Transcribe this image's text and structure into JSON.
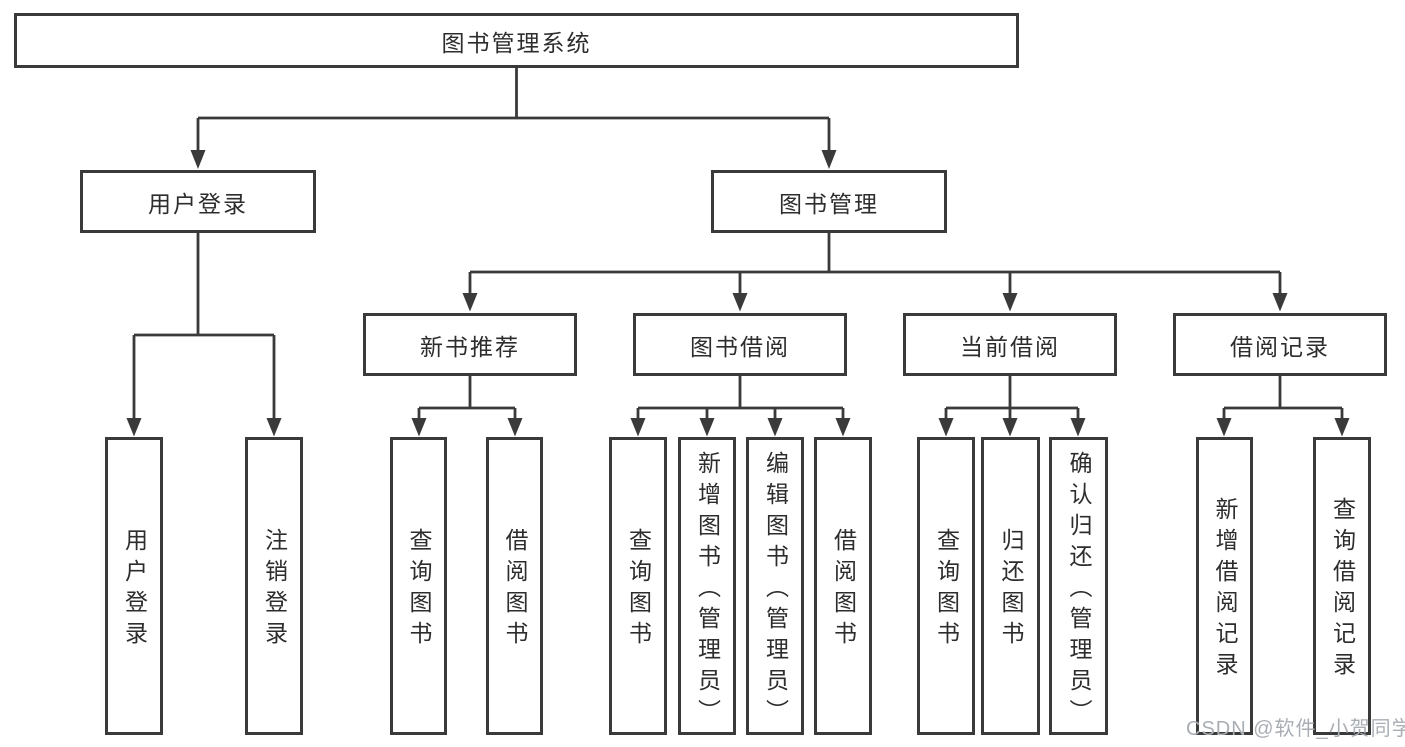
{
  "diagram": {
    "root": {
      "label": "图书管理系统",
      "children": [
        {
          "label": "用户登录",
          "children": [
            {
              "label": "用户登录"
            },
            {
              "label": "注销登录"
            }
          ]
        },
        {
          "label": "图书管理",
          "children": [
            {
              "label": "新书推荐",
              "children": [
                {
                  "label": "查询图书"
                },
                {
                  "label": "借阅图书"
                }
              ]
            },
            {
              "label": "图书借阅",
              "children": [
                {
                  "label": "查询图书"
                },
                {
                  "label": "新增图书（管理员）"
                },
                {
                  "label": "编辑图书（管理员）"
                },
                {
                  "label": "借阅图书"
                }
              ]
            },
            {
              "label": "当前借阅",
              "children": [
                {
                  "label": "查询图书"
                },
                {
                  "label": "归还图书"
                },
                {
                  "label": "确认归还（管理员）"
                }
              ]
            },
            {
              "label": "借阅记录",
              "children": [
                {
                  "label": "新增借阅记录"
                },
                {
                  "label": "查询借阅记录"
                }
              ]
            }
          ]
        }
      ]
    },
    "colors": {
      "line": "#3a3a3a",
      "box_border": "#3a3a3a",
      "text": "#2d2d2d",
      "watermark": "#a9aeb5",
      "background": "#ffffff"
    },
    "watermark": "CSDN @软件_小贺同学"
  }
}
